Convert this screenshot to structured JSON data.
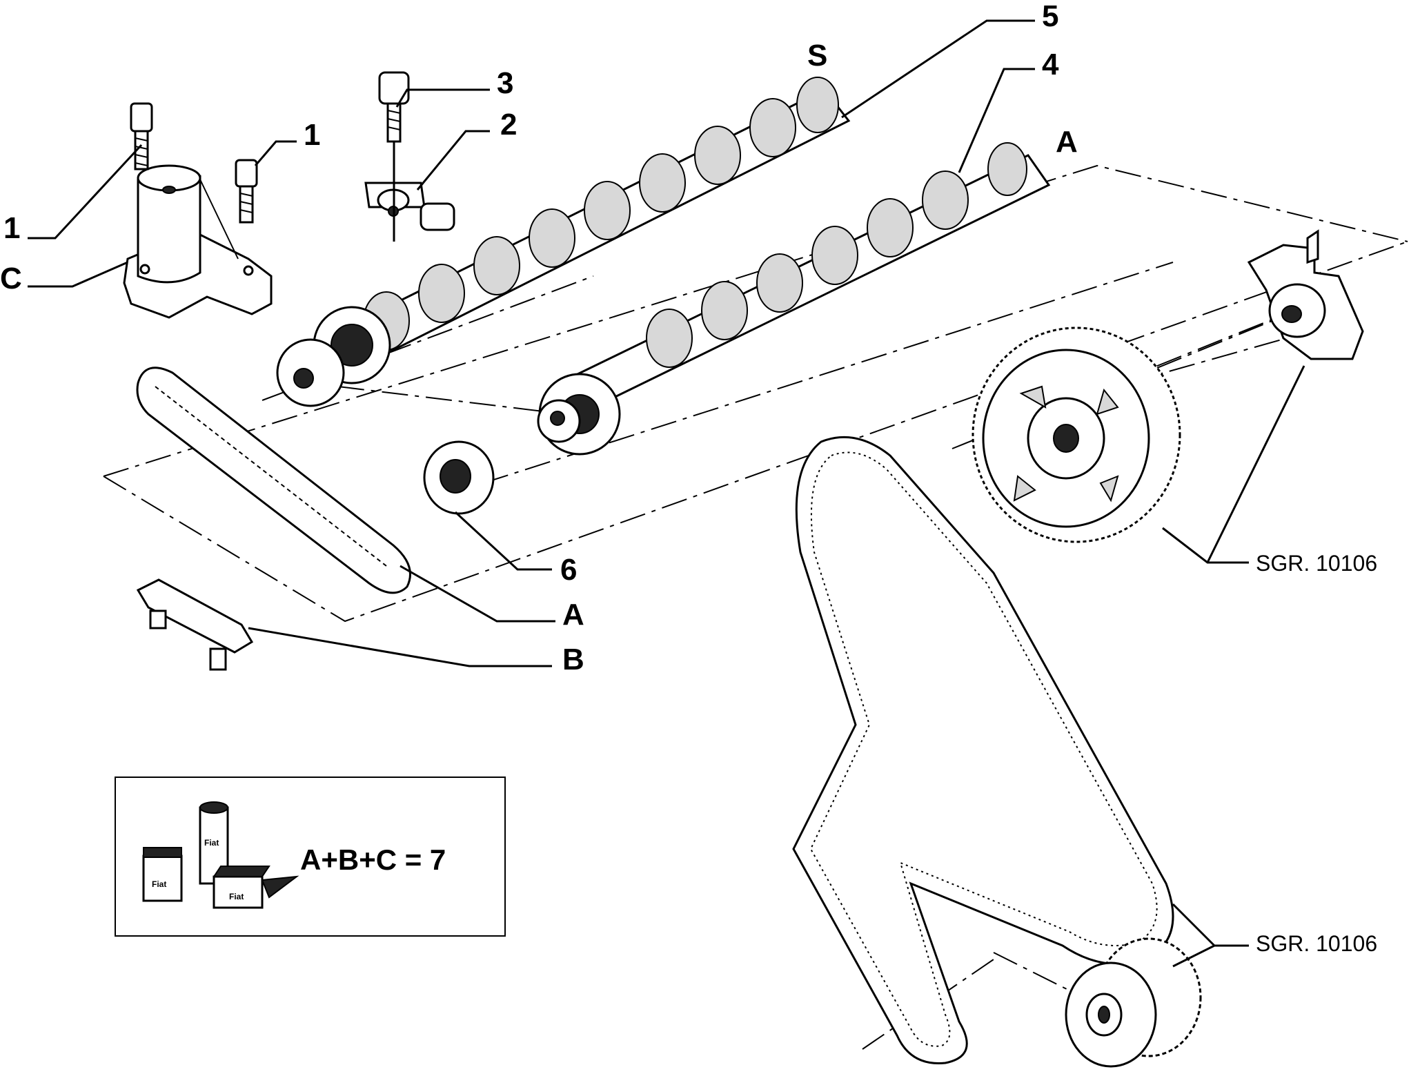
{
  "labels": {
    "l1a": "1",
    "l1b": "1",
    "l2": "2",
    "l3": "3",
    "l4": "4",
    "l5": "5",
    "l6": "6",
    "lA1": "A",
    "lA2": "A",
    "lB": "B",
    "lC": "C",
    "lS": "S"
  },
  "refs": {
    "ref_upper": "SGR. 10106",
    "ref_lower": "SGR. 10106"
  },
  "kit": {
    "formula": "A+B+C = 7",
    "box_label_1": "Fiat",
    "box_label_2": "Fiat",
    "box_label_3": "Fiat"
  }
}
